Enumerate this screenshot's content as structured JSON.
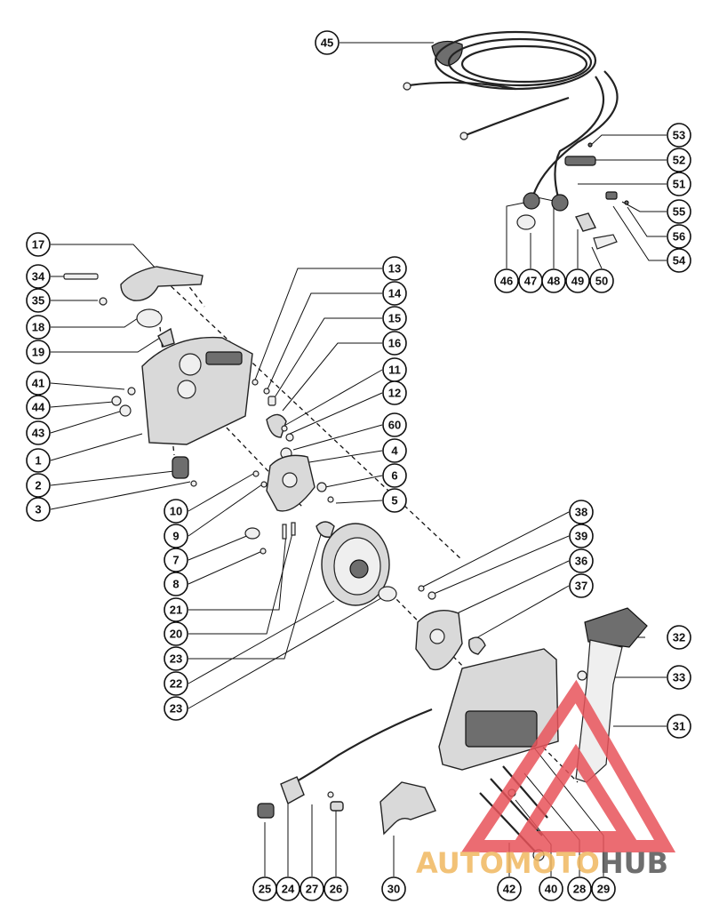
{
  "diagram": {
    "callouts": [
      "45",
      "53",
      "52",
      "51",
      "55",
      "56",
      "54",
      "46",
      "47",
      "48",
      "49",
      "50",
      "17",
      "34",
      "35",
      "18",
      "19",
      "41",
      "44",
      "43",
      "1",
      "2",
      "3",
      "13",
      "14",
      "15",
      "16",
      "11",
      "12",
      "60",
      "4",
      "6",
      "5",
      "10",
      "9",
      "7",
      "8",
      "21",
      "20",
      "23",
      "22",
      "23",
      "38",
      "39",
      "36",
      "37",
      "32",
      "33",
      "31",
      "25",
      "24",
      "27",
      "26",
      "30",
      "42",
      "40",
      "28",
      "29"
    ]
  },
  "watermark": {
    "word_part1": "AUTOMOTO",
    "word_part2": "HUB",
    "colors": {
      "triangle": "#e8535a",
      "part1": "#f0b860",
      "part2": "#555555"
    }
  }
}
